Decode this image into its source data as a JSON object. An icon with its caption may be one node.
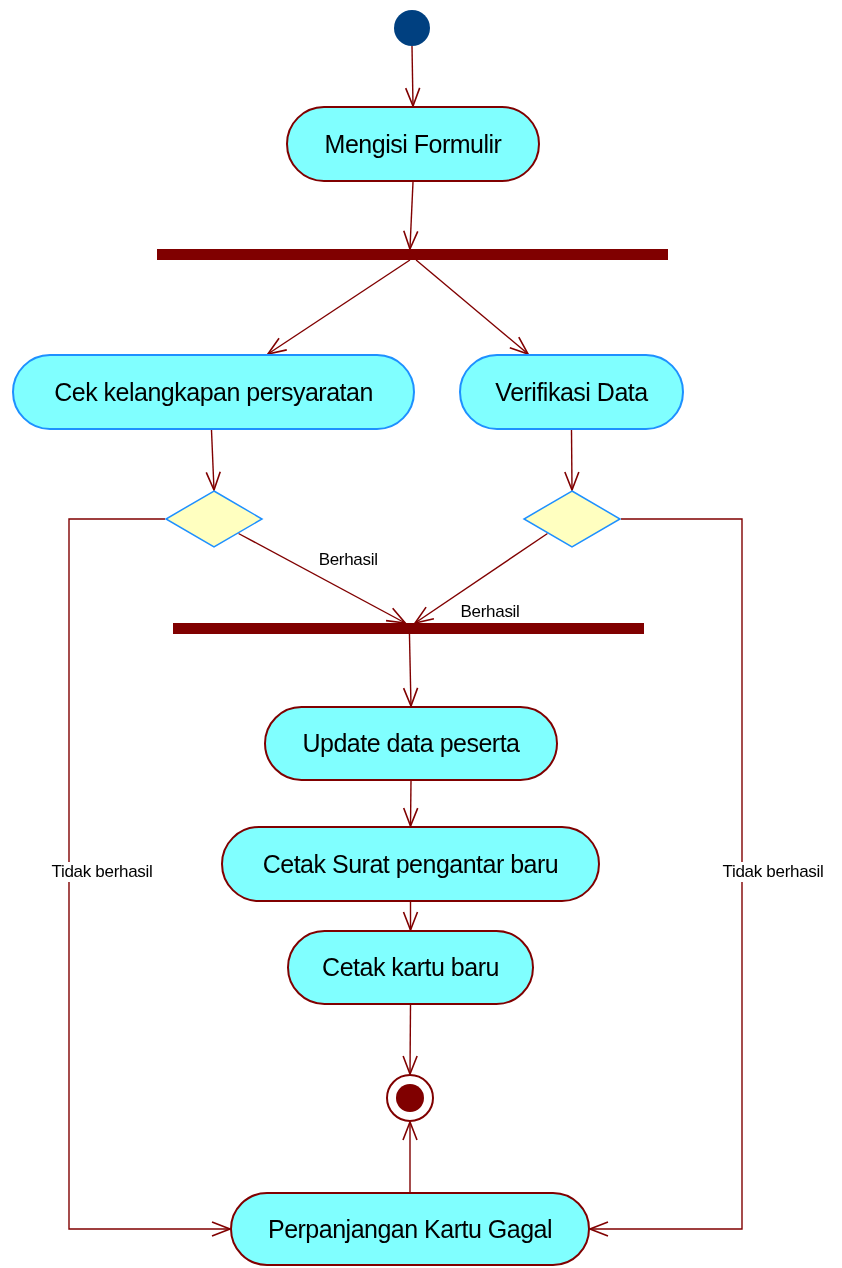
{
  "diagram": {
    "nodes": [
      {
        "text": [],
        "shape": "circle"
      },
      {
        "text": [
          "Mengisi Formulir"
        ]
      },
      {
        "text": [],
        "shape": "bar"
      },
      {
        "text": [
          "Cek kelangkapan persyaratan"
        ]
      },
      {
        "text": [
          "Verifikasi Data"
        ]
      },
      {
        "text": [],
        "shape": "diamond"
      },
      {
        "text": [],
        "shape": "diamond"
      },
      {
        "text": [],
        "shape": "bar"
      },
      {
        "text": [
          "Update data peserta"
        ]
      },
      {
        "text": [
          "Cetak Surat pengantar baru"
        ]
      },
      {
        "text": [
          "Cetak kartu baru"
        ]
      },
      {
        "text": [],
        "shape": "circle"
      },
      {
        "text": [
          "Perpanjangan Kartu Gagal"
        ]
      }
    ],
    "edges": [
      {
        "from": 0,
        "to": 1,
        "arrow": "to"
      },
      {
        "from": 1,
        "to": 2,
        "arrow": "to"
      },
      {
        "from": 2,
        "to": 3,
        "arrow": "to"
      },
      {
        "from": 2,
        "to": 4,
        "arrow": "to"
      },
      {
        "from": 3,
        "to": 5,
        "arrow": "to"
      },
      {
        "from": 4,
        "to": 6,
        "arrow": "to"
      },
      {
        "from": 5,
        "to": 7,
        "arrow": "to",
        "label": "Berhasil"
      },
      {
        "from": 6,
        "to": 7,
        "arrow": "to",
        "label": "Berhasil"
      },
      {
        "from": 7,
        "to": 8,
        "arrow": "to"
      },
      {
        "from": 8,
        "to": 9,
        "arrow": "to"
      },
      {
        "from": 9,
        "to": 10,
        "arrow": "to"
      },
      {
        "from": 10,
        "to": 11,
        "arrow": "to"
      },
      {
        "from": 5,
        "to": 12,
        "arrow": "to",
        "label": "Tidak berhasil"
      },
      {
        "from": 6,
        "to": 12,
        "arrow": "to",
        "label": "Tidak berhasil"
      },
      {
        "from": 12,
        "to": 11,
        "arrow": "to"
      }
    ]
  }
}
